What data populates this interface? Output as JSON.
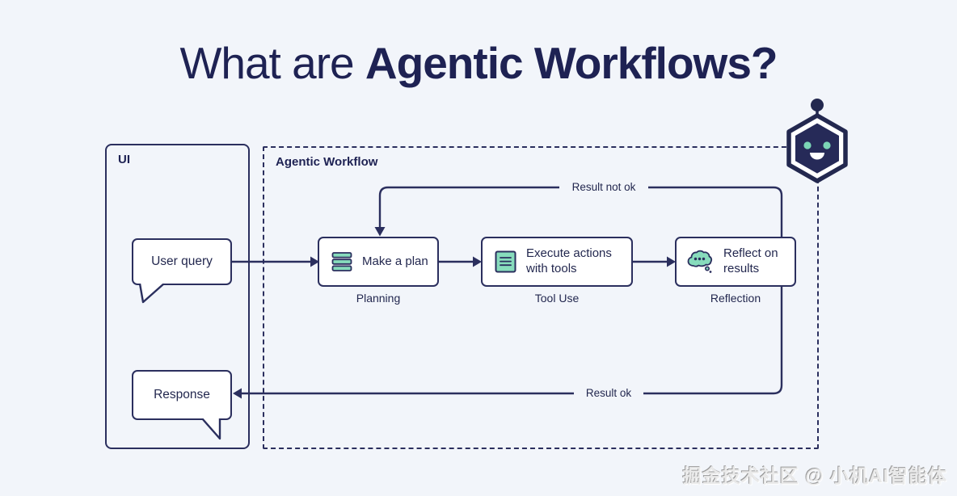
{
  "title": {
    "prefix": "What are ",
    "bold": "Agentic Workflows?"
  },
  "ui_panel": {
    "label": "UI",
    "user_query_label": "User query",
    "response_label": "Response"
  },
  "workflow_panel": {
    "label": "Agentic Workflow",
    "nodes": [
      {
        "label": "Make a plan",
        "sublabel": "Planning",
        "icon": "stack-icon"
      },
      {
        "label": "Execute actions with tools",
        "sublabel": "Tool Use",
        "icon": "note-icon"
      },
      {
        "label": "Reflect on results",
        "sublabel": "Reflection",
        "icon": "thought-cloud-icon"
      }
    ],
    "edge_labels": {
      "loop_back": "Result not ok",
      "success": "Result ok"
    }
  },
  "mascot": {
    "icon": "robot-mascot-icon"
  },
  "watermark": "掘金技术社区 @ 小机AI智能体",
  "colors": {
    "background": "#f2f5fa",
    "navy": "#2b2f5e",
    "title_navy": "#1e2253",
    "teal": "#87dcbc",
    "node_fill": "#ffffff",
    "watermark_gray": "#e9e9e9"
  }
}
